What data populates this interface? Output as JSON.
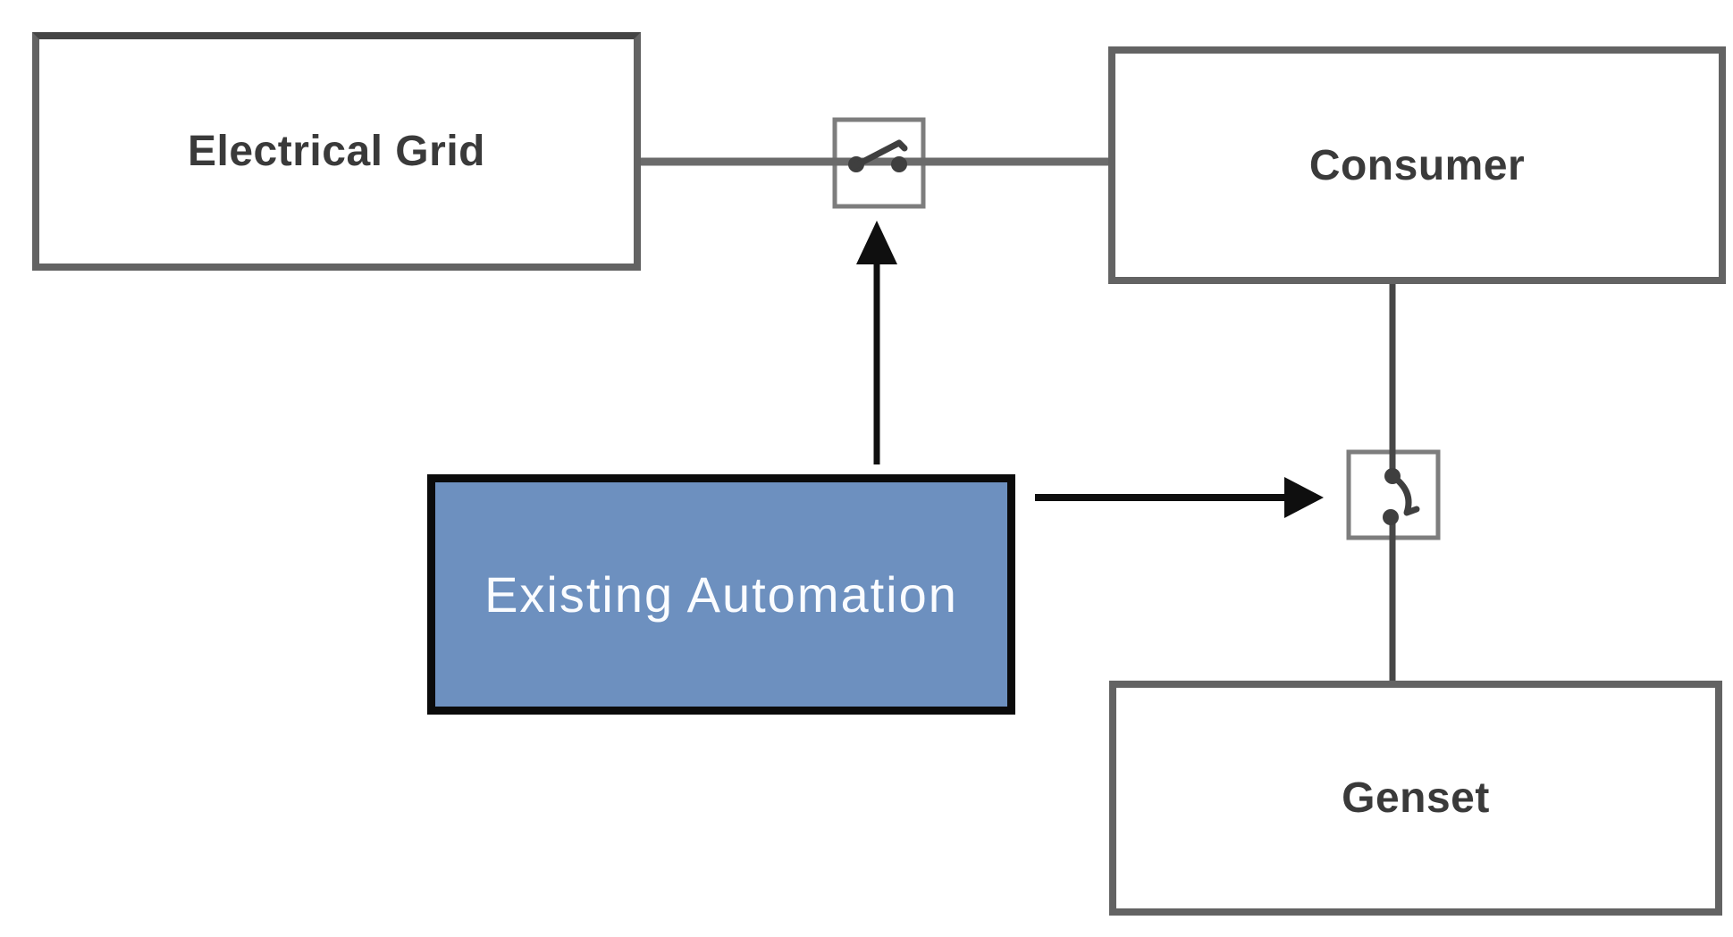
{
  "diagram": {
    "nodes": {
      "electrical_grid": {
        "label": "Electrical Grid"
      },
      "consumer": {
        "label": "Consumer"
      },
      "existing_automation": {
        "label": "Existing Automation"
      },
      "genset": {
        "label": "Genset"
      }
    },
    "connections": {
      "grid_to_consumer": "wire through open switch",
      "consumer_to_genset": "wire through open switch",
      "automation_to_grid_switch": "control arrow up",
      "automation_to_genset_switch": "control arrow right"
    },
    "icons": {
      "grid_switch": "open-switch-icon",
      "genset_switch": "open-switch-icon",
      "up_arrowhead": "arrow-up-icon",
      "right_arrowhead": "arrow-right-icon"
    },
    "colors": {
      "automation_fill": "#6d90bf",
      "automation_border": "#0b0b0b",
      "automation_text": "#fafcff",
      "node_border": "#636363",
      "node_text": "#3a3a3a",
      "wire_horizontal": "#6b6b6b",
      "wire_vertical": "#474747",
      "arrow": "#0f0f0f",
      "switch_border": "#7d7d7d",
      "switch_glyph": "#3f3f3f"
    }
  }
}
